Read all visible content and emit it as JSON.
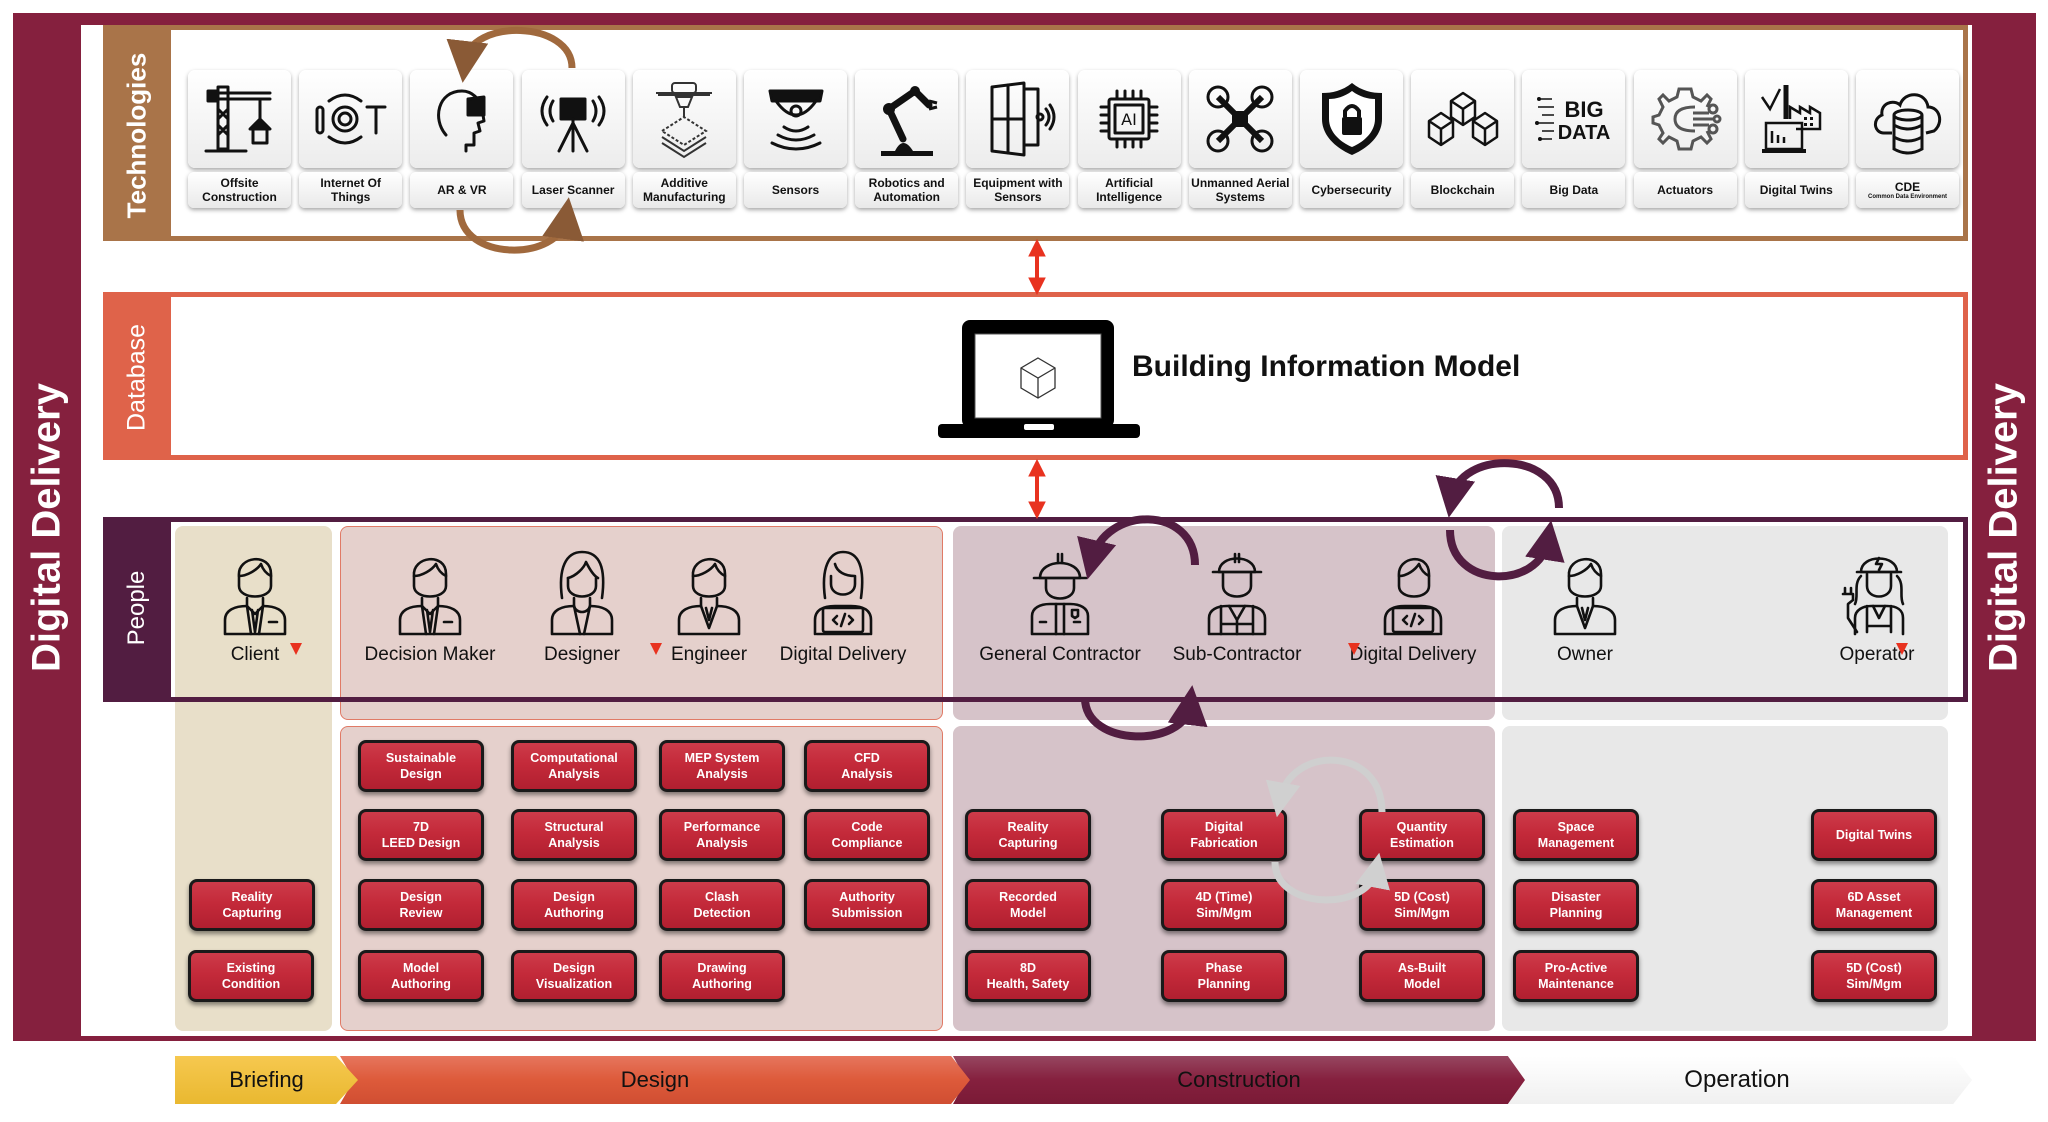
{
  "frame": {
    "title_left": "Digital Delivery",
    "title_right": "Digital Delivery",
    "colors": {
      "maroon": "#85203e",
      "technologies": "#a97449",
      "database": "#df634a",
      "people": "#521d41",
      "function_red": "#c42a3a",
      "marker_red": "#e8321f"
    }
  },
  "technologies": {
    "label": "Technologies",
    "items": [
      {
        "label": "Offsite Construction",
        "icon": "crane-house-icon"
      },
      {
        "label": "Internet Of Things",
        "icon": "iot-icon"
      },
      {
        "label": "AR & VR",
        "icon": "vr-headset-icon"
      },
      {
        "label": "Laser Scanner",
        "icon": "laser-scanner-icon"
      },
      {
        "label": "Additive Manufacturing",
        "icon": "3d-printer-icon"
      },
      {
        "label": "Sensors",
        "icon": "sensor-icon"
      },
      {
        "label": "Robotics and Automation",
        "icon": "robot-arm-icon"
      },
      {
        "label": "Equipment with Sensors",
        "icon": "smart-window-icon"
      },
      {
        "label": "Artificial Intelligence",
        "icon": "ai-chip-icon"
      },
      {
        "label": "Unmanned Aerial Systems",
        "icon": "drone-icon"
      },
      {
        "label": "Cybersecurity",
        "icon": "shield-lock-icon"
      },
      {
        "label": "Blockchain",
        "icon": "blockchain-icon"
      },
      {
        "label": "Big Data",
        "icon": "big-data-icon"
      },
      {
        "label": "Actuators",
        "icon": "actuator-gear-icon"
      },
      {
        "label": "Digital Twins",
        "icon": "digital-twin-icon"
      },
      {
        "label": "CDE",
        "sublabel": "Common Data Environment",
        "icon": "cloud-database-icon"
      }
    ]
  },
  "database": {
    "label": "Database",
    "title": "Building Information Model",
    "icon": "laptop-cube-icon"
  },
  "people": {
    "label": "People",
    "persons": [
      {
        "label": "Client",
        "icon": "businessman-icon"
      },
      {
        "label": "Decision Maker",
        "icon": "businessman-icon"
      },
      {
        "label": "Designer",
        "icon": "woman-icon"
      },
      {
        "label": "Engineer",
        "icon": "man-icon"
      },
      {
        "label": "Digital Delivery",
        "icon": "woman-laptop-icon"
      },
      {
        "label": "General Contractor",
        "icon": "firefighter-icon"
      },
      {
        "label": "Sub-Contractor",
        "icon": "construction-worker-icon"
      },
      {
        "label": "Digital Delivery",
        "icon": "man-laptop-icon"
      },
      {
        "label": "Owner",
        "icon": "man-icon"
      },
      {
        "label": "Operator",
        "icon": "electrician-icon"
      }
    ]
  },
  "functions": {
    "briefing": [
      "Reality Capturing",
      "Existing Condition"
    ],
    "design": [
      "Sustainable Design",
      "Computational Analysis",
      "MEP System Analysis",
      "CFD Analysis",
      "7D LEED Design",
      "Structural Analysis",
      "Performance Analysis",
      "Code Compliance",
      "Design Review",
      "Design Authoring",
      "Clash Detection",
      "Authority Submission",
      "Model Authoring",
      "Design Visualization",
      "Drawing Authoring"
    ],
    "construction": [
      "Reality Capturing",
      "Digital Fabrication",
      "Quantity Estimation",
      "Recorded Model",
      "4D (Time) Sim/Mgm",
      "5D (Cost) Sim/Mgm",
      "8D Health, Safety",
      "Phase Planning",
      "As-Built Model"
    ],
    "operation": [
      "Space Management",
      "Digital Twins",
      "Disaster Planning",
      "6D Asset Management",
      "Pro-Active Maintenance",
      "5D (Cost) Sim/Mgm"
    ]
  },
  "phases": [
    "Briefing",
    "Design",
    "Construction",
    "Operation"
  ]
}
